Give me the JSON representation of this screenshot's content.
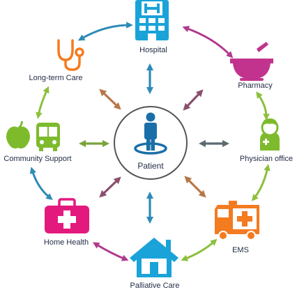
{
  "diagram": {
    "center": {
      "label": "Patient",
      "icon": "patient-icon",
      "color": "#1b6fa8"
    },
    "nodes": [
      {
        "id": "hospital",
        "label": "Hospital",
        "icon": "hospital-icon",
        "color": "#1aa3d9"
      },
      {
        "id": "pharmacy",
        "label": "Pharmacy",
        "icon": "mortar-pestle-icon",
        "color": "#c2338e"
      },
      {
        "id": "physician",
        "label": "Physician office",
        "icon": "doctor-icon",
        "color": "#7dbb2d"
      },
      {
        "id": "ems",
        "label": "EMS",
        "icon": "ambulance-icon",
        "color": "#f47b20"
      },
      {
        "id": "palliative",
        "label": "Palliative Care",
        "icon": "house-icon",
        "color": "#1aa3d9"
      },
      {
        "id": "homehealth",
        "label": "Home Health",
        "icon": "medical-bag-icon",
        "color": "#e4197e"
      },
      {
        "id": "community",
        "label": "Community Support",
        "icon": "apple-bus-icon",
        "color": "#7dbb2d"
      },
      {
        "id": "longterm",
        "label": "Long-term Care",
        "icon": "stethoscope-icon",
        "color": "#f47b20"
      }
    ],
    "colors": {
      "ring_circle": "#555555",
      "arrow_blue": "#2e8bb8",
      "arrow_purple": "#b03a8c",
      "arrow_green": "#8dbf3c",
      "arrow_orange": "#f08a3a",
      "arrow_brown": "#b8774a",
      "arrow_mauve": "#8a4f6e",
      "arrow_olive": "#7aa33a",
      "arrow_gray": "#5c6b70"
    }
  }
}
